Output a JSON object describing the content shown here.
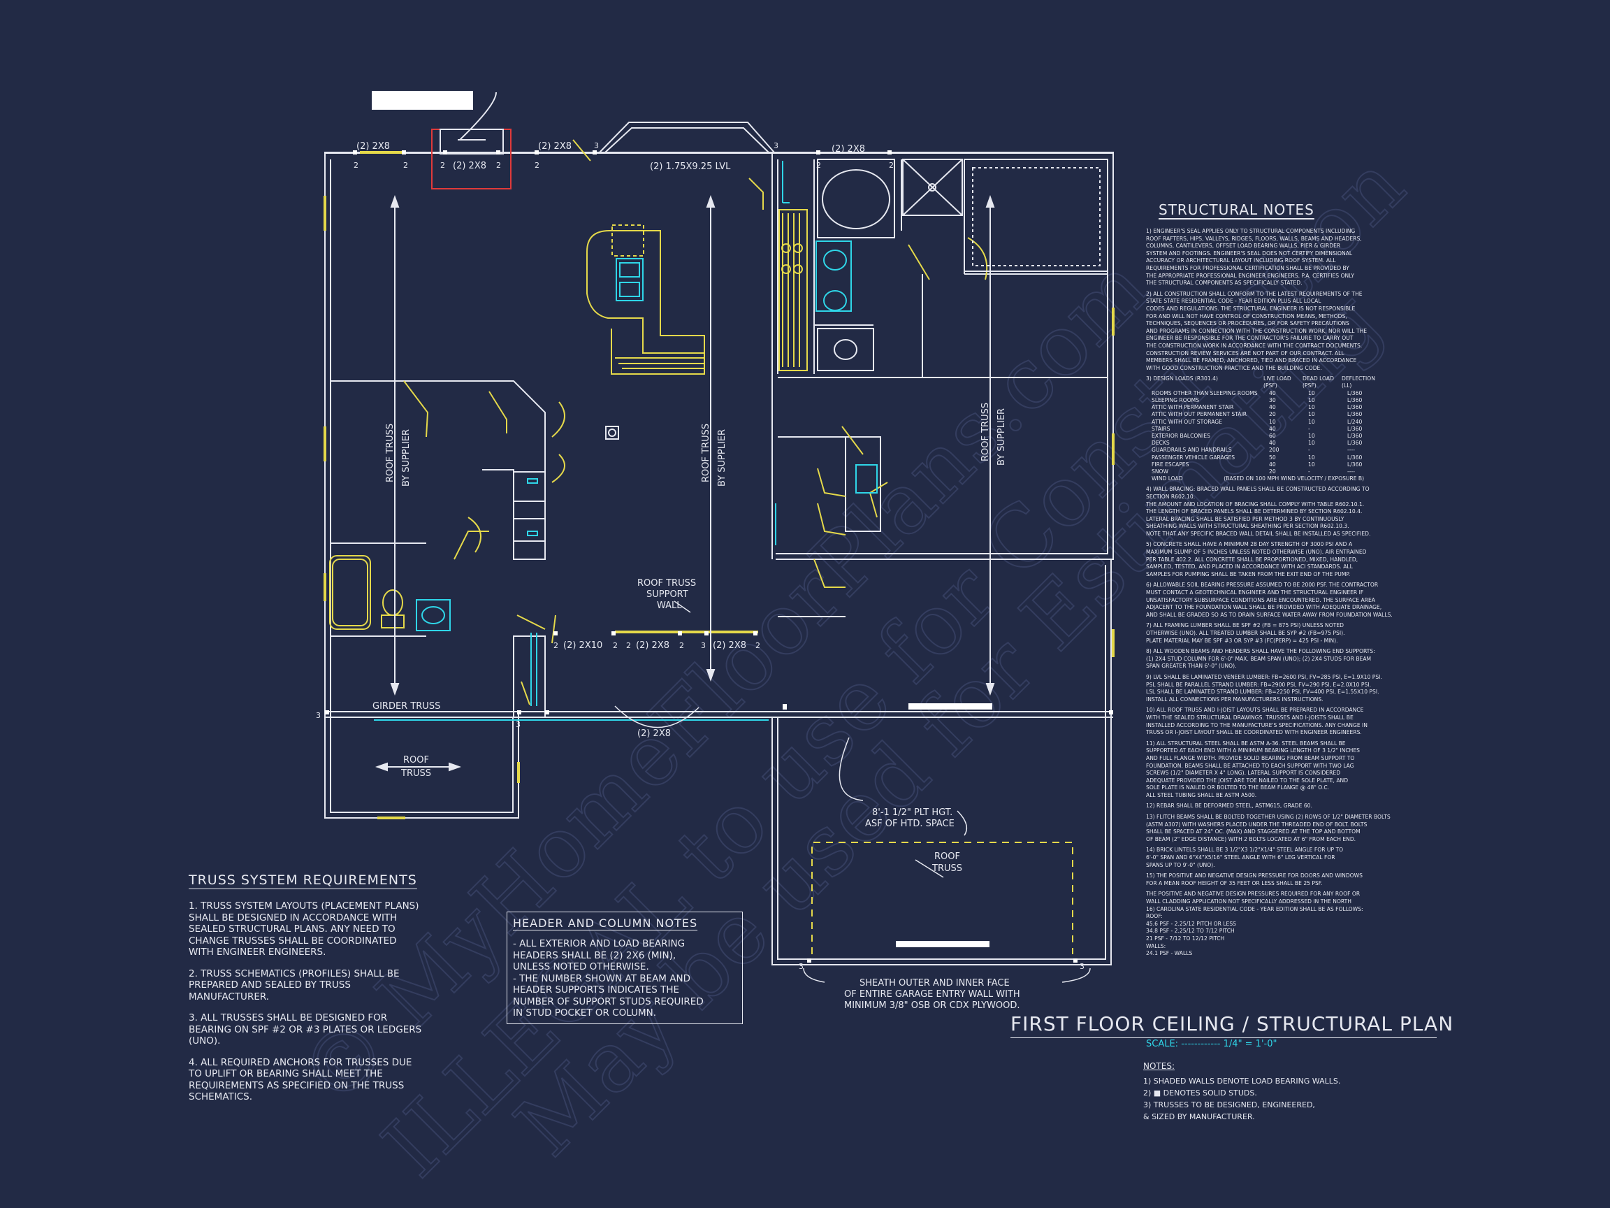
{
  "drawing_title": "FIRST FLOOR CEILING / STRUCTURAL PLAN",
  "scale": {
    "label": "SCALE:",
    "dashes": "------------",
    "value": "1/4\" = 1'-0\""
  },
  "colors": {
    "background": "#222a45",
    "linework": "#e6e8f0",
    "fixtures": "#e5d94a",
    "cyan": "#2fd6e8",
    "red": "#e03a3a"
  },
  "plan_labels": {
    "beam_top_left": "(2) 2X8",
    "beam_top_fireplace": "(2) 2X8",
    "beam_top_mid": "(2) 2X8",
    "beam_top_right": "(2) 2X8",
    "lvl": "(2) 1.75X9.25 LVL",
    "truss_left_1": "ROOF TRUSS",
    "truss_left_2": "BY SUPPLIER",
    "truss_mid_1": "ROOF TRUSS",
    "truss_mid_2": "BY SUPPLIER",
    "truss_right_1": "ROOF TRUSS",
    "truss_right_2": "BY SUPPLIER",
    "support_wall_1": "ROOF TRUSS",
    "support_wall_2": "SUPPORT",
    "support_wall_3": "WALL",
    "hdr_2x10": "(2) 2X10",
    "hdr_2x8_a": "(2) 2X8",
    "hdr_2x8_b": "(2) 2X8",
    "girder": "GIRDER TRUSS",
    "hdr_bottom": "(2) 2X8",
    "porch_truss_1": "ROOF",
    "porch_truss_2": "TRUSS",
    "garage_truss_1": "ROOF",
    "garage_truss_2": "TRUSS",
    "plate_height_1": "8'-1 1/2\" PLT HGT.",
    "plate_height_2": "ASF OF HTD. SPACE",
    "sheath_1": "SHEATH OUTER AND INNER FACE",
    "sheath_2": "OF ENTIRE GARAGE ENTRY WALL WITH",
    "sheath_3": "MINIMUM 3/8\" OSB OR CDX PLYWOOD.",
    "stud_2": "2",
    "stud_3": "3"
  },
  "watermark": {
    "line1": "© MyHomeFloorPlans.com",
    "line2": "ILLEGAL to use for Construction",
    "line3": "May be used for Estimating"
  },
  "truss_requirements": {
    "title": "TRUSS SYSTEM REQUIREMENTS",
    "items": [
      [
        "1. TRUSS SYSTEM LAYOUTS (PLACEMENT PLANS)",
        "SHALL BE DESIGNED IN ACCORDANCE WITH",
        "SEALED STRUCTURAL PLANS. ANY NEED TO",
        "CHANGE TRUSSES SHALL BE COORDINATED",
        "WITH ENGINEER ENGINEERS."
      ],
      [
        "2. TRUSS SCHEMATICS (PROFILES) SHALL BE",
        "PREPARED AND SEALED BY TRUSS",
        "MANUFACTURER."
      ],
      [
        "3. ALL TRUSSES SHALL BE DESIGNED FOR",
        "BEARING ON SPF #2 OR #3 PLATES OR LEDGERS",
        "(UNO)."
      ],
      [
        "4. ALL REQUIRED ANCHORS FOR TRUSSES DUE",
        "TO UPLIFT OR BEARING SHALL MEET THE",
        "REQUIREMENTS AS SPECIFIED ON THE TRUSS",
        "SCHEMATICS."
      ]
    ]
  },
  "header_notes": {
    "title": "HEADER AND COLUMN NOTES",
    "lines": [
      "- ALL EXTERIOR AND LOAD BEARING",
      "HEADERS SHALL BE (2) 2X6 (MIN),",
      "UNLESS NOTED OTHERWISE.",
      "- THE NUMBER SHOWN AT BEAM AND",
      "HEADER SUPPORTS INDICATES THE",
      "NUMBER OF SUPPORT STUDS REQUIRED",
      "IN STUD POCKET OR COLUMN."
    ]
  },
  "structural_notes": {
    "title": "STRUCTURAL NOTES",
    "n1": [
      "1) ENGINEER'S SEAL APPLIES ONLY TO STRUCTURAL COMPONENTS INCLUDING",
      "ROOF RAFTERS, HIPS, VALLEYS, RIDGES, FLOORS, WALLS, BEAMS AND HEADERS,",
      "COLUMNS, CANTILEVERS, OFFSET LOAD BEARING WALLS, PIER & GIRDER",
      "SYSTEM AND FOOTINGS. ENGINEER'S SEAL DOES NOT CERTIFY DIMENSIONAL",
      "ACCURACY OR ARCHITECTURAL LAYOUT INCLUDING ROOF SYSTEM. ALL",
      "REQUIREMENTS FOR PROFESSIONAL CERTIFICATION SHALL BE PROVIDED BY",
      "THE APPROPRIATE PROFESSIONAL ENGINEER ENGINEERS. P.A. CERTIFIES ONLY",
      "THE STRUCTURAL COMPONENTS AS SPECIFICALLY STATED."
    ],
    "n2": [
      "2) ALL CONSTRUCTION SHALL CONFORM TO THE LATEST REQUIREMENTS OF THE",
      "STATE STATE RESIDENTIAL CODE - YEAR EDITION PLUS ALL LOCAL",
      "CODES AND REGULATIONS. THE STRUCTURAL ENGINEER IS NOT RESPONSIBLE",
      "FOR AND WILL NOT HAVE CONTROL OF CONSTRUCTION MEANS, METHODS,",
      "TECHNIQUES, SEQUENCES OR PROCEDURES, OR FOR SAFETY PRECAUTIONS",
      "AND PROGRAMS IN CONNECTION WITH THE CONSTRUCTION WORK, NOR WILL THE",
      "ENGINEER BE RESPONSIBLE FOR THE CONTRACTOR'S FAILURE TO CARRY OUT",
      "THE CONSTRUCTION WORK IN ACCORDANCE WITH THE CONTRACT DOCUMENTS.",
      "CONSTRUCTION REVIEW SERVICES ARE NOT PART OF OUR CONTRACT. ALL",
      "MEMBERS SHALL BE FRAMED, ANCHORED, TIED AND BRACED IN ACCORDANCE",
      "WITH GOOD CONSTRUCTION PRACTICE AND THE BUILDING CODE."
    ],
    "loads_head": [
      "3) DESIGN LOADS (R301.4)",
      "LIVE LOAD (PSF)",
      "DEAD LOAD (PSF)",
      "DEFLECTION (LL)"
    ],
    "loads": [
      [
        "ROOMS OTHER THAN SLEEPING ROOMS",
        "40",
        "10",
        "L/360"
      ],
      [
        "SLEEPING ROOMS",
        "30",
        "10",
        "L/360"
      ],
      [
        "ATTIC WITH PERMANENT STAIR",
        "40",
        "10",
        "L/360"
      ],
      [
        "ATTIC WITH OUT PERMANENT STAIR",
        "20",
        "10",
        "L/360"
      ],
      [
        "ATTIC WITH OUT STORAGE",
        "10",
        "10",
        "L/240"
      ],
      [
        "STAIRS",
        "40",
        "-",
        "L/360"
      ],
      [
        "EXTERIOR BALCONIES",
        "60",
        "10",
        "L/360"
      ],
      [
        "DECKS",
        "40",
        "10",
        "L/360"
      ],
      [
        "GUARDRAILS AND HANDRAILS",
        "200",
        "-",
        "----"
      ],
      [
        "PASSENGER VEHICLE GARAGES",
        "50",
        "10",
        "L/360"
      ],
      [
        "FIRE ESCAPES",
        "40",
        "10",
        "L/360"
      ],
      [
        "SNOW",
        "20",
        "-",
        "----"
      ],
      [
        "WIND LOAD",
        "(BASED ON 100 MPH WIND VELOCITY / EXPOSURE B)",
        "",
        ""
      ]
    ],
    "n4": [
      "4) WALL BRACING: BRACED WALL PANELS SHALL BE CONSTRUCTED ACCORDING TO",
      "SECTION R602.10.",
      "THE AMOUNT AND LOCATION OF BRACING SHALL COMPLY WITH TABLE R602.10.1.",
      "THE LENGTH OF BRACED PANELS SHALL BE DETERMINED BY SECTION R602.10.4.",
      "LATERAL BRACING SHALL BE SATISFIED PER METHOD 3 BY CONTINUOUSLY",
      "SHEATHING WALLS WITH STRUCTURAL SHEATHING PER SECTION R602.10.3.",
      "NOTE THAT ANY SPECIFIC BRACED WALL DETAIL SHALL BE INSTALLED AS SPECIFIED."
    ],
    "n5": [
      "5) CONCRETE SHALL HAVE A MINIMUM 28 DAY STRENGTH OF 3000 PSI AND A",
      "MAXIMUM SLUMP OF 5 INCHES UNLESS NOTED OTHERWISE (UNO). AIR ENTRAINED",
      "PER TABLE 402.2. ALL CONCRETE SHALL BE PROPORTIONED, MIXED, HANDLED,",
      "SAMPLED, TESTED, AND PLACED IN ACCORDANCE WITH ACI STANDARDS. ALL",
      "SAMPLES FOR PUMPING SHALL BE TAKEN FROM THE EXIT END OF THE PUMP."
    ],
    "n6": [
      "6) ALLOWABLE SOIL BEARING PRESSURE ASSUMED TO BE 2000 PSF. THE CONTRACTOR",
      "MUST CONTACT A GEOTECHNICAL ENGINEER AND THE STRUCTURAL ENGINEER IF",
      "UNSATISFACTORY SUBSURFACE CONDITIONS ARE ENCOUNTERED. THE SURFACE AREA",
      "ADJACENT TO THE FOUNDATION WALL SHALL BE PROVIDED WITH ADEQUATE DRAINAGE,",
      "AND SHALL BE GRADED SO AS TO DRAIN SURFACE WATER AWAY FROM FOUNDATION WALLS."
    ],
    "n7": [
      "7) ALL FRAMING LUMBER SHALL BE SPF #2 (Fb = 875 PSI) UNLESS NOTED",
      "OTHERWISE (UNO). ALL TREATED LUMBER SHALL BE SYP #2 (Fb=975 PSI).",
      "PLATE MATERIAL MAY BE SPF #3 OR SYP #3 (Fc(perp) = 425 PSI - MIN)."
    ],
    "n8": [
      "8) ALL WOODEN BEAMS AND HEADERS SHALL HAVE THE FOLLOWING END SUPPORTS:",
      "(1) 2X4 STUD COLUMN FOR 6'-0\" MAX. BEAM SPAN (UNO); (2) 2X4 STUDS FOR BEAM",
      "SPAN GREATER THAN 6'-0\" (UNO)."
    ],
    "n9": [
      "9) LVL SHALL BE LAMINATED VENEER LUMBER: Fb=2600 PSI, Fv=285 PSI, E=1.9X10 PSI.",
      "PSL SHALL BE PARALLEL STRAND LUMBER: Fb=2900 PSI, Fv=290 PSI, E=2.0X10 PSI.",
      "LSL SHALL BE LAMINATED STRAND LUMBER: Fb=2250 PSI, Fv=400 PSI, E=1.55X10 PSI.",
      "INSTALL ALL CONNECTIONS PER MANUFACTURERS INSTRUCTIONS."
    ],
    "n10": [
      "10) ALL ROOF TRUSS AND I-JOIST LAYOUTS SHALL BE PREPARED IN ACCORDANCE",
      "WITH THE SEALED STRUCTURAL DRAWINGS. TRUSSES AND I-JOISTS SHALL BE",
      "INSTALLED ACCORDING TO THE MANUFACTURE'S SPECIFICATIONS. ANY CHANGE IN",
      "TRUSS OR I-JOIST LAYOUT SHALL BE COORDINATED WITH ENGINEER ENGINEERS."
    ],
    "n11": [
      "11) ALL STRUCTURAL STEEL SHALL BE ASTM A-36. STEEL BEAMS SHALL BE",
      "SUPPORTED AT EACH END WITH A MINIMUM BEARING LENGTH OF 3 1/2\" INCHES",
      "AND FULL FLANGE WIDTH. PROVIDE SOLID BEARING FROM BEAM SUPPORT TO",
      "FOUNDATION. BEAMS SHALL BE ATTACHED TO EACH SUPPORT WITH TWO LAG",
      "SCREWS (1/2\" DIAMETER X 4\" LONG). LATERAL SUPPORT IS CONSIDERED",
      "ADEQUATE PROVIDED THE JOIST ARE TOE NAILED TO THE SOLE PLATE, AND",
      "SOLE PLATE IS NAILED OR BOLTED TO THE BEAM FLANGE @ 48\" O.C.",
      "ALL STEEL TUBING SHALL BE ASTM A500."
    ],
    "n12": [
      "12) REBAR SHALL BE DEFORMED STEEL, ASTM615, GRADE 60."
    ],
    "n13": [
      "13) FLITCH BEAMS SHALL BE BOLTED TOGETHER USING (2) ROWS OF 1/2\" DIAMETER BOLTS",
      "(ASTM A307) WITH WASHERS PLACED UNDER THE THREADED END OF BOLT. BOLTS",
      "SHALL BE SPACED AT 24\" OC. (MAX) AND STAGGERED AT THE TOP AND BOTTOM",
      "OF BEAM (2\" EDGE DISTANCE) WITH 2 BOLTS LOCATED AT 6\" FROM EACH END."
    ],
    "n14": [
      "14) BRICK LINTELS SHALL BE 3 1/2\"X3 1/2\"X1/4\" STEEL ANGLE FOR UP TO",
      "6'-0\" SPAN AND 6\"X4\"X5/16\" STEEL ANGLE WITH 6\" LEG VERTICAL FOR",
      "SPANS UP TO 9'-0\" (UNO)."
    ],
    "n15": [
      "15) THE POSITIVE AND NEGATIVE DESIGN PRESSURE FOR DOORS AND WINDOWS",
      "FOR A MEAN ROOF HEIGHT OF 35 FEET OR LESS SHALL BE 25 PSF."
    ],
    "n16": [
      "THE POSITIVE AND NEGATIVE DESIGN PRESSURES REQUIRED FOR ANY ROOF OR",
      "WALL CLADDING APPLICATION NOT SPECIFICALLY ADDRESSED IN THE NORTH",
      "16) CAROLINA STATE RESIDENTIAL CODE - YEAR EDITION SHALL BE AS FOLLOWS:",
      "ROOF:",
      "45.6 PSF - 2.25/12 PITCH OR LESS",
      "34.8 PSF - 2.25/12 TO 7/12 PITCH",
      "21 PSF - 7/12 TO 12/12 PITCH",
      "WALLS:",
      "24.1 PSF - WALLS"
    ]
  },
  "plan_notes": {
    "title": "NOTES:",
    "lines": [
      "1) SHADED WALLS DENOTE LOAD BEARING WALLS.",
      "2) ■ DENOTES SOLID STUDS.",
      "3) TRUSSES TO BE DESIGNED, ENGINEERED,",
      "& SIZED BY MANUFACTURER."
    ]
  }
}
